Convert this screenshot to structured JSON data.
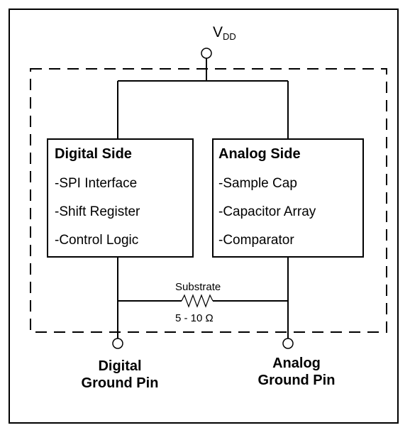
{
  "supply_label": {
    "main": "V",
    "sub": "DD"
  },
  "digital_block": {
    "title": "Digital Side",
    "items": [
      "-SPI Interface",
      "-Shift Register",
      "-Control Logic"
    ]
  },
  "analog_block": {
    "title": "Analog Side",
    "items": [
      "-Sample Cap",
      "-Capacitor Array",
      "-Comparator"
    ]
  },
  "substrate": {
    "label": "Substrate",
    "value": "5 - 10 Ω"
  },
  "digital_ground": {
    "line1": "Digital",
    "line2": "Ground Pin"
  },
  "analog_ground": {
    "line1": "Analog",
    "line2": "Ground Pin"
  }
}
